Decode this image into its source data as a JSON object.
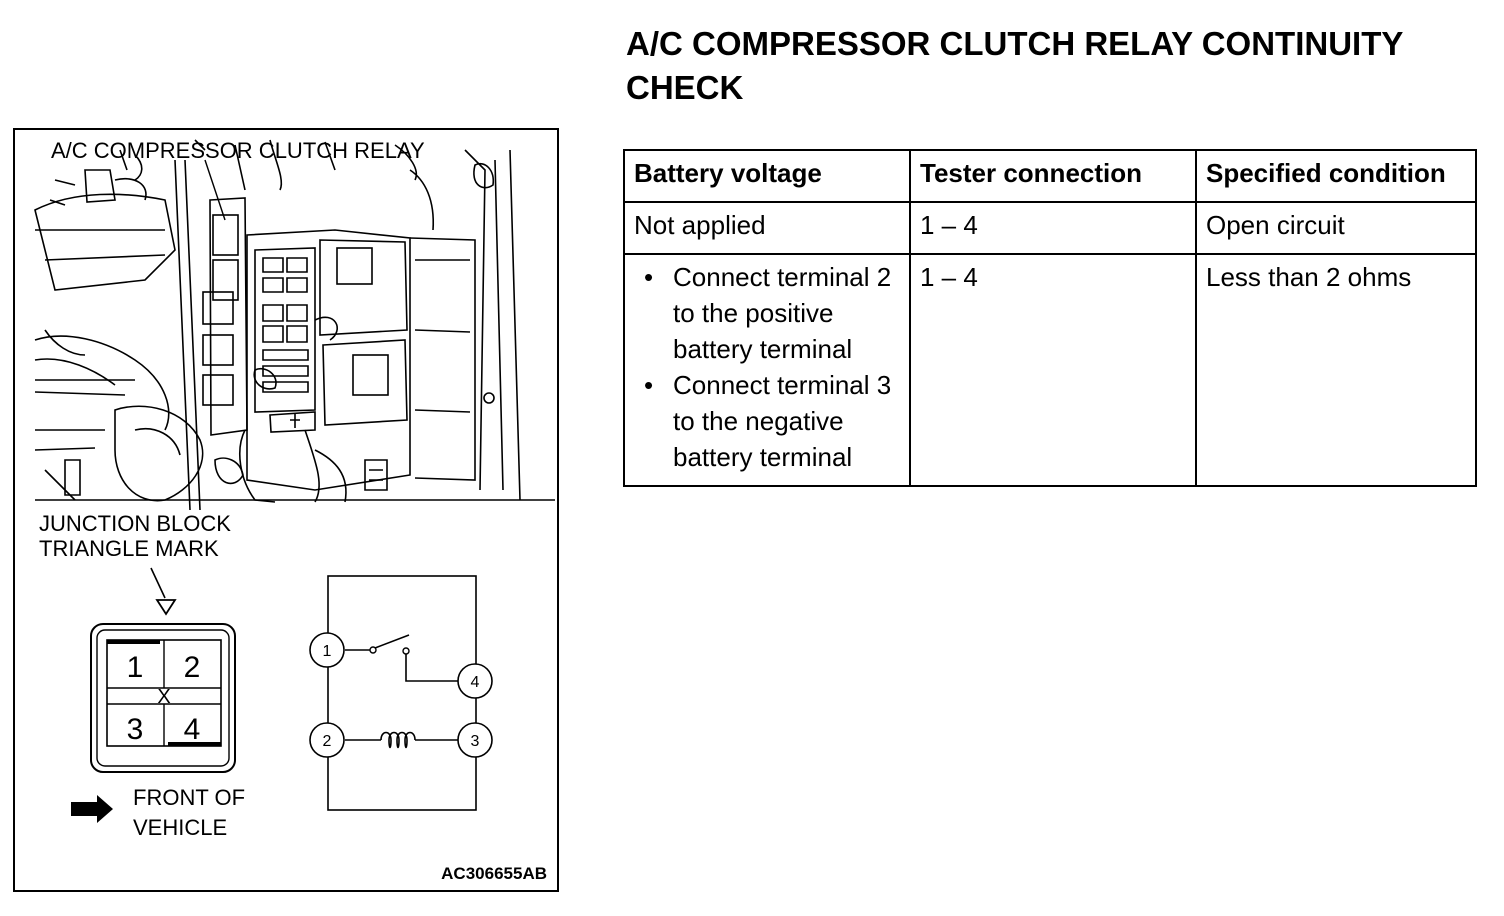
{
  "title": "A/C COMPRESSOR CLUTCH RELAY CONTINUITY CHECK",
  "figure": {
    "relay_label": "A/C COMPRESSOR CLUTCH RELAY",
    "junction_label_1": "JUNCTION BLOCK",
    "junction_label_2": "TRIANGLE MARK",
    "front_label_1": "FRONT OF",
    "front_label_2": "VEHICLE",
    "figure_code": "AC306655AB",
    "connector_terminals": [
      "1",
      "2",
      "3",
      "4"
    ],
    "connector_center_mark": "X",
    "circuit_terminals": [
      "1",
      "2",
      "3",
      "4"
    ]
  },
  "table": {
    "headers": [
      "Battery voltage",
      "Tester connection",
      "Specified condition"
    ],
    "rows": [
      {
        "battery": "Not applied",
        "tester": "1 – 4",
        "condition": "Open circuit"
      },
      {
        "battery_items": [
          "Connect terminal 2 to the positive battery terminal",
          "Connect terminal 3 to the negative battery terminal"
        ],
        "tester": "1 – 4",
        "condition": "Less than 2 ohms"
      }
    ]
  }
}
